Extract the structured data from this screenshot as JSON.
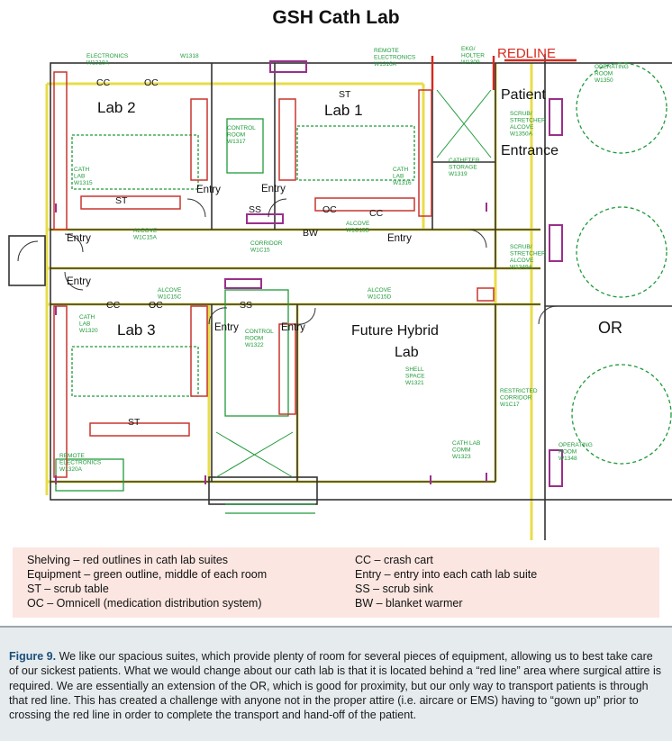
{
  "title": "GSH Cath Lab",
  "rooms": {
    "lab2": "Lab 2",
    "lab1": "Lab 1",
    "lab3": "Lab 3",
    "future_hybrid_1": "Future Hybrid",
    "future_hybrid_2": "Lab",
    "patient": "Patient",
    "entrance": "Entrance",
    "or": "OR",
    "redline": "REDLINE"
  },
  "labels": {
    "entry": "Entry",
    "cc": "CC",
    "oc": "OC",
    "st": "ST",
    "ss": "SS",
    "bw": "BW"
  },
  "rooms_small": {
    "electronics_top": [
      "ELECTRONICS",
      "W1318A"
    ],
    "w1318": [
      "W1318"
    ],
    "remote_electronics_top": [
      "REMOTE",
      "ELECTRONICS",
      "W1316A"
    ],
    "ekg_holter": [
      "EKG/",
      "HOLTER",
      "W1309"
    ],
    "operating_room_top": [
      "OPERATING",
      "ROOM",
      "W1350"
    ],
    "scrub_alcove_top": [
      "SCRUB/",
      "STRETCHER",
      "ALCOVE",
      "W1350A"
    ],
    "control_room_top": [
      "CONTROL",
      "ROOM",
      "W1317"
    ],
    "catheter_storage": [
      "CATHETER",
      "STORAGE",
      "W1319"
    ],
    "cath_lab_w1315": [
      "CATH",
      "LAB",
      "W1315"
    ],
    "cath_lab_w1316": [
      "CATH",
      "LAB",
      "W1316"
    ],
    "alcove_w1c15a": [
      "ALCOVE",
      "W1C15A"
    ],
    "alcove_w1c15b": [
      "ALCOVE",
      "W1C15B"
    ],
    "corridor_w1c15": [
      "CORRIDOR",
      "W1C15"
    ],
    "scrub_alcove_mid": [
      "SCRUB/",
      "STRETCHER",
      "ALCOVE",
      "W1349A"
    ],
    "alcove_w1c15c": [
      "ALCOVE",
      "W1C15C"
    ],
    "alcove_w1c15d": [
      "ALCOVE",
      "W1C15D"
    ],
    "cath_lab_w1320": [
      "CATH",
      "LAB",
      "W1320"
    ],
    "control_room_mid": [
      "CONTROL",
      "ROOM",
      "W1322"
    ],
    "shell_space": [
      "SHELL",
      "SPACE",
      "W1321"
    ],
    "restricted_corridor": [
      "RESTRICTED",
      "CORRIDOR",
      "W1C17"
    ],
    "cath_lab_comm": [
      "CATH LAB",
      "COMM",
      "W1323"
    ],
    "remote_electronics_bottom": [
      "REMOTE",
      "ELECTRONICS",
      "W1320A"
    ],
    "operating_room_bottom": [
      "OPERATING",
      "ROOM",
      "W1348"
    ]
  },
  "legend": {
    "left": [
      "Shelving – red outlines in cath lab suites",
      "Equipment – green outline, middle of each room",
      "ST – scrub table",
      "OC – Omnicell (medication distribution system)"
    ],
    "right": [
      "CC – crash cart",
      "Entry – entry into each cath lab suite",
      "SS – scrub sink",
      "BW – blanket warmer"
    ]
  },
  "caption": {
    "label": "Figure 9.",
    "text": " We like our spacious suites, which provide plenty of room for several pieces of equipment, allowing us to best take care of our sickest patients. What we would change about our cath lab is that it is located behind a “red line” area where surgical attire is required. We are essentially an extension of the OR, which is good for proximity, but our only way to transport patients is through that red line. This has created a challenge with anyone not in the proper attire (i.e. aircare or EMS) having to “gown up” prior to crossing the red line in order to complete the transport and hand-off of the patient."
  },
  "colors": {
    "wall": "#333333",
    "equipment": "#1f9a3a",
    "shelving": "#c8352e",
    "redline": "#d7291e",
    "yellow": "#e8dd4a",
    "door": "#9a2f8c",
    "legend_bg": "#fbe6e1",
    "caption_bg": "#e6ebee"
  }
}
